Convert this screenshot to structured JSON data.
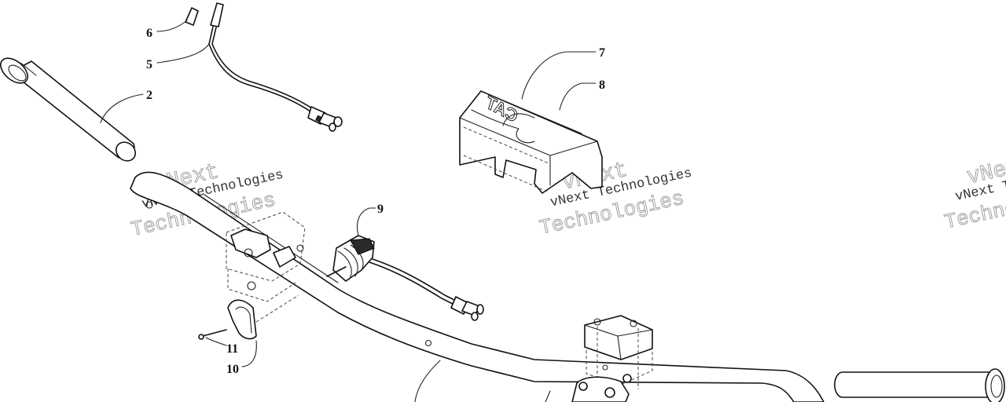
{
  "callouts": [
    "2",
    "5",
    "6",
    "7",
    "8",
    "9",
    "10",
    "11"
  ],
  "watermark": {
    "line1": "vNext Technologies",
    "line2": "vNext",
    "line3": "Technologies"
  },
  "cover_logo": "CAT"
}
